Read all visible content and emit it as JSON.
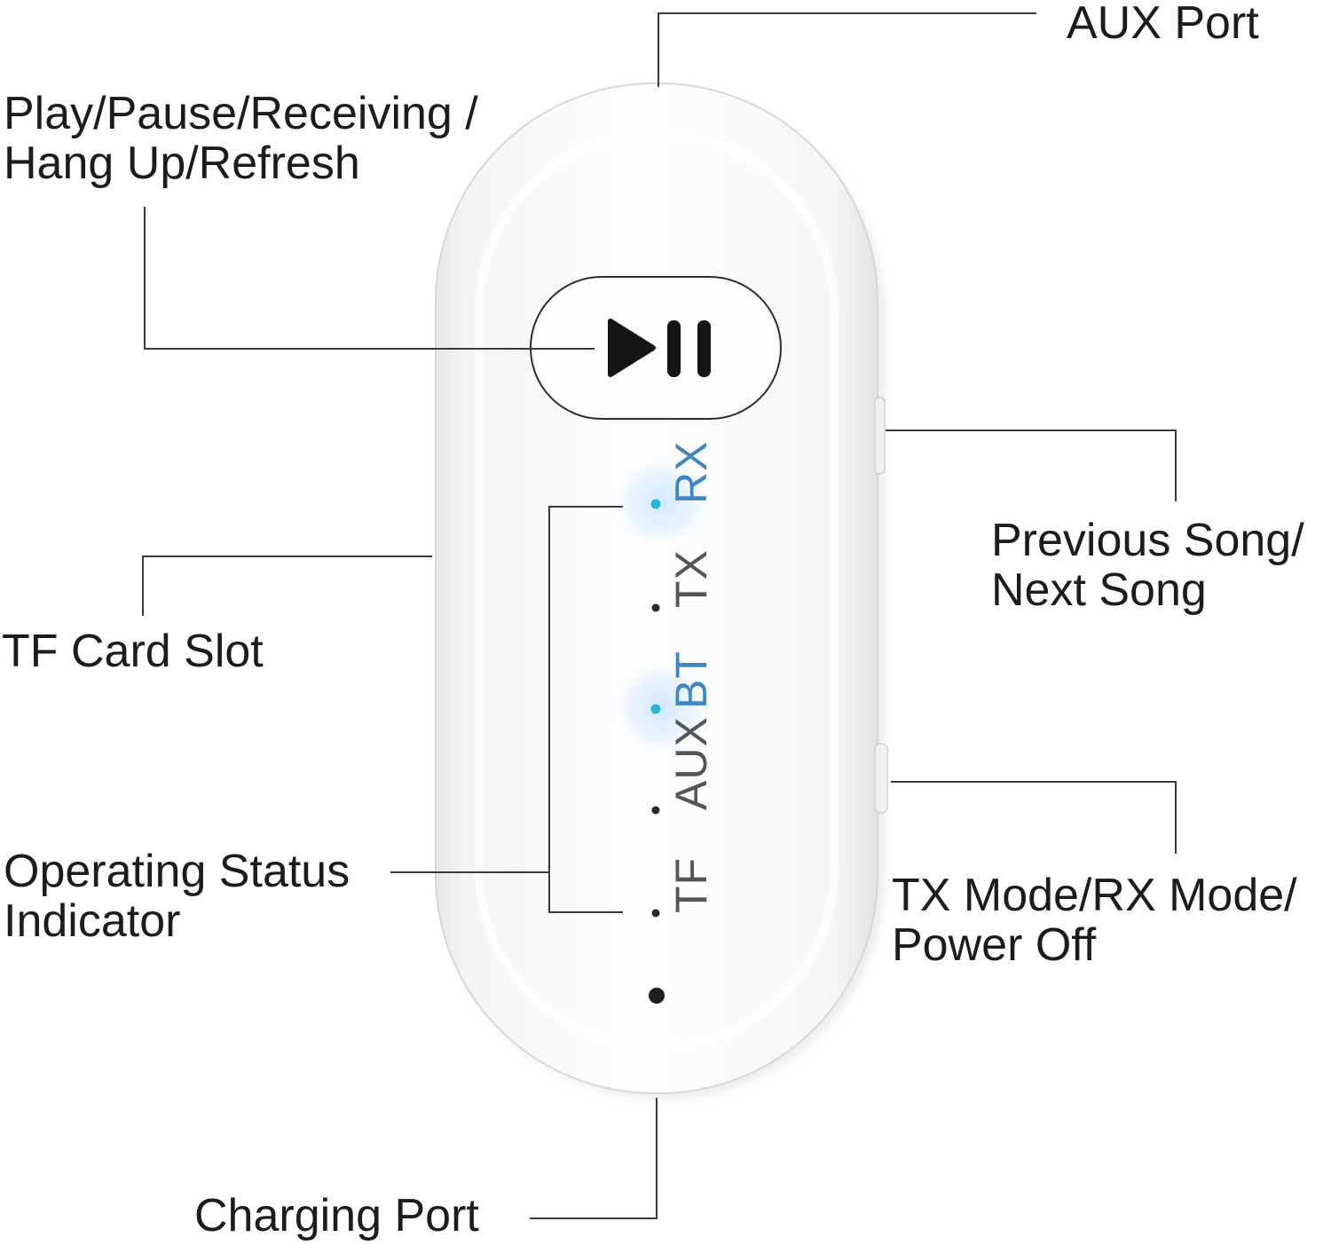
{
  "labels": {
    "aux_port": "AUX Port",
    "play_pause_line1": "Play/Pause/Receiving /",
    "play_pause_line2": "Hang Up/Refresh",
    "tf_card_slot": "TF Card Slot",
    "operating_status_line1": "Operating Status",
    "operating_status_line2": "Indicator",
    "previous_next_line1": "Previous Song/",
    "previous_next_line2": "Next Song",
    "mode_line1": "TX Mode/RX Mode/",
    "mode_line2": "Power Off",
    "charging_port": "Charging Port"
  },
  "device": {
    "indicators": [
      {
        "label": "RX",
        "lit": true
      },
      {
        "label": "TX",
        "lit": false
      },
      {
        "label": "BT",
        "lit": true
      },
      {
        "label": "AUX",
        "lit": false
      },
      {
        "label": "TF",
        "lit": false
      }
    ]
  },
  "colors": {
    "text": "#1c1c1c",
    "leader_line": "#3a3a3a",
    "led_on": "#22b8d6",
    "led_off": "#2a2a2a",
    "label_on": "#3f86c2",
    "label_off": "#555555",
    "body": "#fbfbfb"
  }
}
